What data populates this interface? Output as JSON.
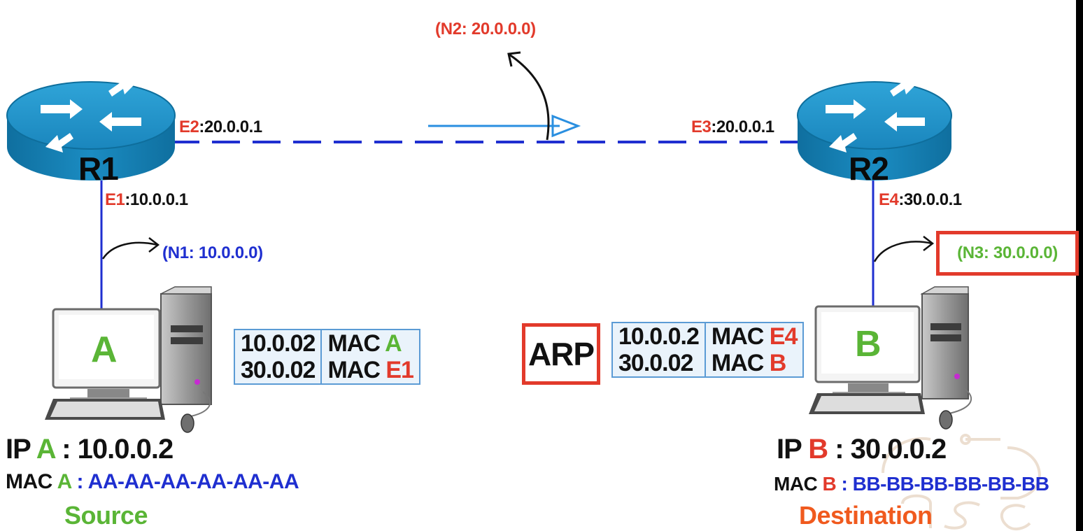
{
  "network": {
    "n1": "(N1: 10.0.0.0)",
    "n2": "(N2: 20.0.0.0)",
    "n3": "(N3: 30.0.0.0)"
  },
  "router_r1": {
    "label": "R1",
    "e2_name": "E2",
    "e2_ip": ":20.0.0.1",
    "e1_name": "E1",
    "e1_ip": ":10.0.0.1"
  },
  "router_r2": {
    "label": "R2",
    "e3_name": "E3",
    "e3_ip": ":20.0.0.1",
    "e4_name": "E4",
    "e4_ip": ":30.0.0.1"
  },
  "host_a": {
    "screen_letter": "A",
    "ip_prefix": "IP",
    "ip_letter": "A",
    "ip_value": " : 10.0.0.2",
    "mac_prefix": "MAC",
    "mac_letter": "A",
    "mac_sep": " : ",
    "mac_value": "AA-AA-AA-AA-AA-AA",
    "role": "Source"
  },
  "host_b": {
    "screen_letter": "B",
    "ip_prefix": "IP",
    "ip_letter": "B",
    "ip_value": " : 30.0.0.2",
    "mac_prefix": "MAC",
    "mac_letter": "B",
    "mac_sep": " : ",
    "mac_value": "BB-BB-BB-BB-BB-BB",
    "role": "Destination"
  },
  "arp_table_a": {
    "rows": [
      {
        "ip": "10.0.02",
        "mac_prefix": "MAC",
        "mac_suffix": "A"
      },
      {
        "ip": "30.0.02",
        "mac_prefix": "MAC",
        "mac_suffix": "E1"
      }
    ]
  },
  "arp_table_b": {
    "rows": [
      {
        "ip": "10.0.0.2",
        "mac_prefix": "MAC",
        "mac_suffix": "E4"
      },
      {
        "ip": "30.0.02",
        "mac_prefix": "MAC",
        "mac_suffix": "B"
      }
    ]
  },
  "arp_label": "ARP",
  "colors": {
    "red": "#e23a2b",
    "blue": "#1f2fd0",
    "green": "#5ab536",
    "orange": "#f05a1e",
    "router": "#1c8ac0",
    "table_border": "#5b9bd5"
  }
}
